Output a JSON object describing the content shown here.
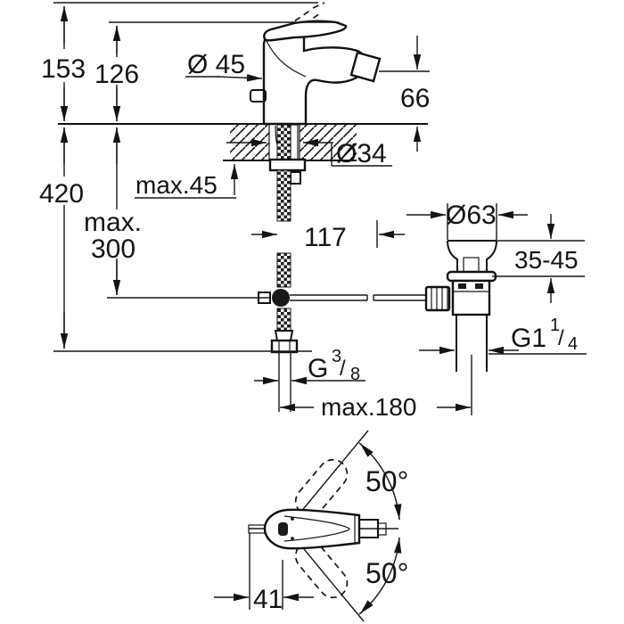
{
  "figure": {
    "background": "#ffffff",
    "line_color": "#141414"
  },
  "side_view": {
    "lever_raised_height": "153",
    "body_height": "126",
    "body_diameter": "Ø 45",
    "spout_height": "66",
    "hole_diameter": "Ø34",
    "deck_thickness": "max.45",
    "hose_length": "420",
    "supply_depth_line1": "max.",
    "supply_depth_line2": "300",
    "spout_projection": "117",
    "waste_flange_diameter": "Ø63",
    "waste_deck_range": "35-45",
    "waste_thread": {
      "base": "G1",
      "numerator": "1",
      "slash": "/",
      "denominator": "4"
    },
    "supply_thread": {
      "base": "G",
      "numerator": "3",
      "slash": "/",
      "denominator": "8"
    },
    "hose_spread": "max.180"
  },
  "top_view": {
    "swivel_up": "50°",
    "swivel_down": "50°",
    "lever_offset": "41"
  }
}
